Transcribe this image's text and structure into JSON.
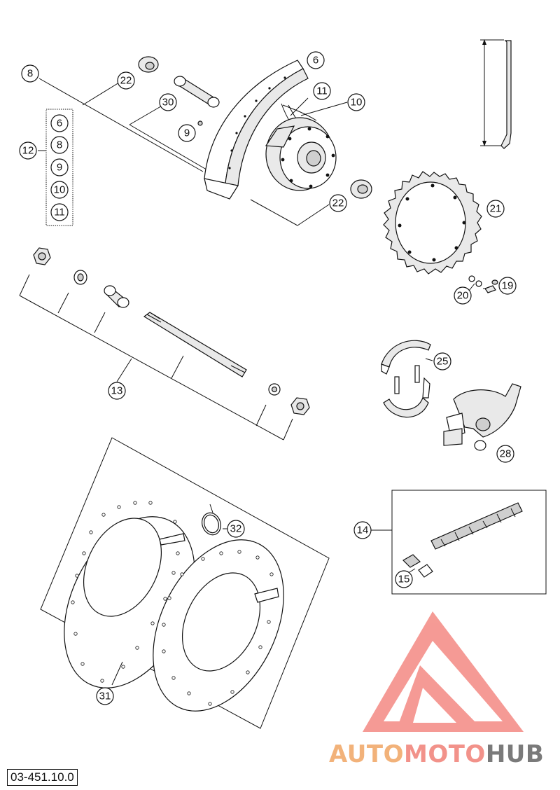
{
  "callouts": {
    "c8": "8",
    "c22a": "22",
    "c30": "30",
    "c9": "9",
    "c6": "6",
    "c11": "11",
    "c10": "10",
    "c12": "12",
    "c22b": "22",
    "c21": "21",
    "c20": "20",
    "c19": "19",
    "c25": "25",
    "c13": "13",
    "c28": "28",
    "c14": "14",
    "c15": "15",
    "c32": "32",
    "c31": "31"
  },
  "kit_list": [
    "6",
    "8",
    "9",
    "10",
    "11"
  ],
  "diagram_code": "03-451.10.0",
  "watermark": {
    "part1": "AUTO",
    "part2": "MOTO",
    "part3": "HUB",
    "colors": {
      "auto": "#f2b27a",
      "moto": "#f2928a",
      "hub": "#7a7a7a",
      "logo": "#f4908a"
    }
  }
}
